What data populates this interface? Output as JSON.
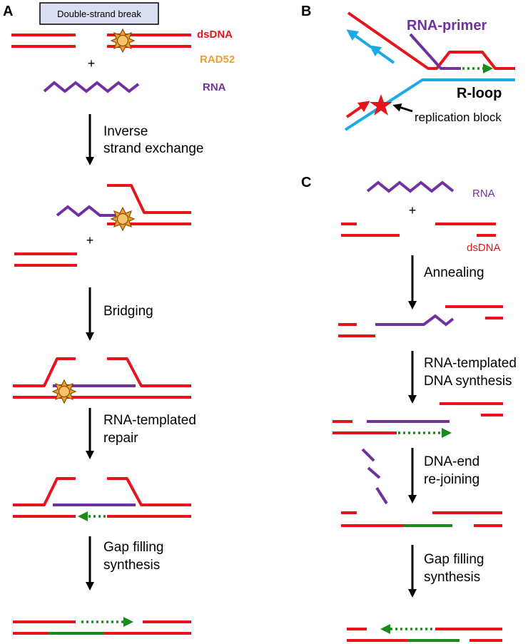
{
  "panels": {
    "a": "A",
    "b": "B",
    "c": "C"
  },
  "panel_a": {
    "box_label": "Double-strand break",
    "legend_dsdna": "dsDNA",
    "legend_rad52": "RAD52",
    "legend_rna": "RNA",
    "plus": "+",
    "plus2": "+",
    "step1_line1": "Inverse",
    "step1_line2": "strand exchange",
    "step2": "Bridging",
    "step3_line1": "RNA-templated",
    "step3_line2": "repair",
    "step4_line1": "Gap filling",
    "step4_line2": "synthesis"
  },
  "panel_b": {
    "rna_primer": "RNA-primer",
    "r_loop": "R-loop",
    "replication_block": "replication block"
  },
  "panel_c": {
    "rna": "RNA",
    "plus": "+",
    "dsdna": "dsDNA",
    "step1": "Annealing",
    "step2_line1": "RNA-templated",
    "step2_line2": "DNA synthesis",
    "step3_line1": "DNA-end",
    "step3_line2": "re-joining",
    "step4_line1": "Gap filling",
    "step4_line2": "synthesis"
  },
  "colors": {
    "dsdna": "#e8141c",
    "rna": "#7030a0",
    "rad52": "#f0a02a",
    "nascent_dna": "#1a8a1a",
    "template_strand": "#1aabe6"
  }
}
